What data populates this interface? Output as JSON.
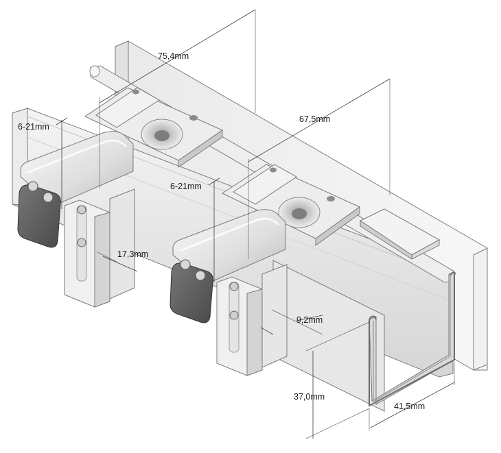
{
  "dimensions": {
    "top_width": "75,4mm",
    "inner_width": "67,5mm",
    "clamp_range_left": "6-21mm",
    "clamp_range_right": "6-21mm",
    "bracket_depth": "17,3mm",
    "gap": "9,2mm",
    "profile_height": "37,0mm",
    "profile_width": "41,5mm"
  },
  "colors": {
    "metal_light": "#f2f2f2",
    "metal_mid": "#dcdcdc",
    "metal_dark": "#b8b8b8",
    "rubber": "#5b5b5b",
    "line": "#3a3a3a"
  }
}
